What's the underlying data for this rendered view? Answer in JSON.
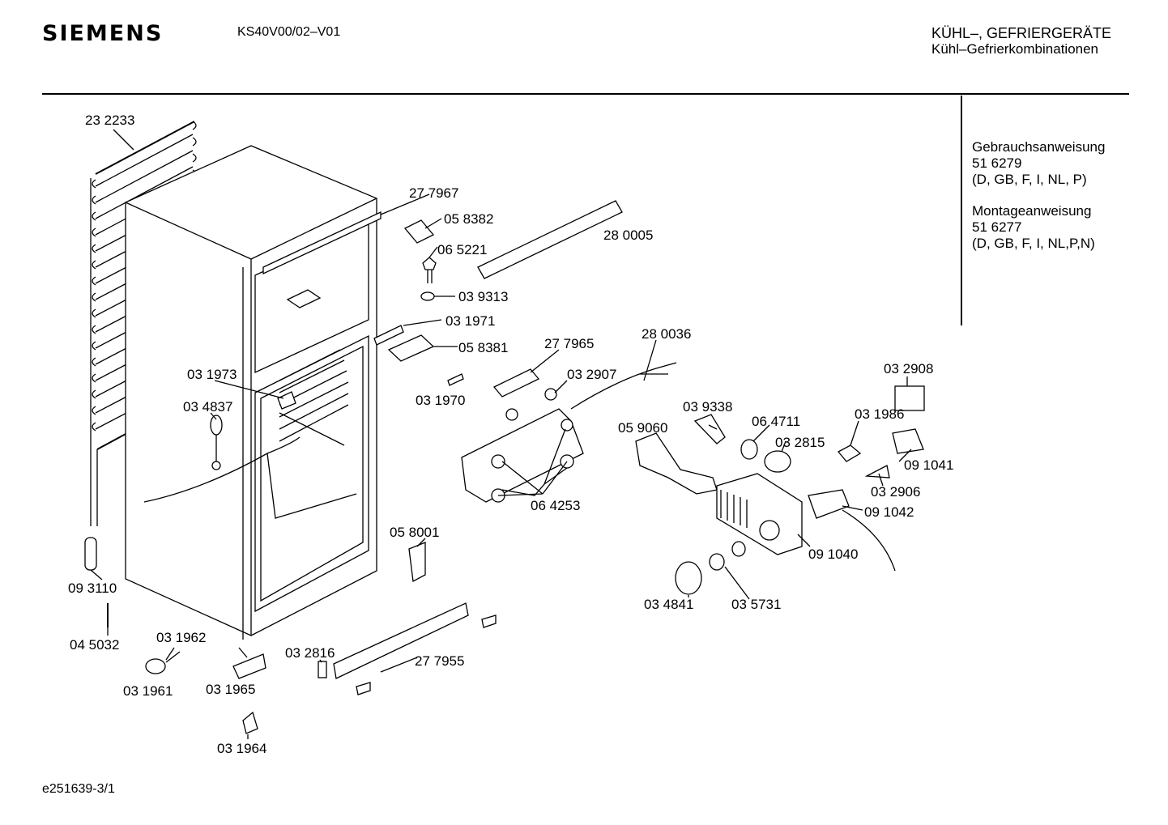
{
  "header": {
    "brand": "SIEMENS",
    "model": "KS40V00/02–V01",
    "category": "KÜHL–, GEFRIERGERÄTE",
    "subcategory": "Kühl–Gefrierkombinationen"
  },
  "documents": {
    "manual_title": "Gebrauchsanweisung",
    "manual_number": "51 6279",
    "manual_languages": "(D, GB, F, I, NL, P)",
    "install_title": "Montageanweisung",
    "install_number": "51 6277",
    "install_languages": "(D, GB, F, I, NL,P,N)"
  },
  "part_labels": {
    "condenser": "23 2233",
    "top_strip": "27 7967",
    "hinge_bracket_top": "05 8382",
    "hinge_pin": "06 5221",
    "bushing": "03 9313",
    "rail": "28 0005",
    "plate_mid": "03 1971",
    "hinge_mid": "05 8381",
    "shelf_clip_upper": "03 1973",
    "lamp_holder": "03 4837",
    "clip_small": "03 1970",
    "bracket_ctrl": "27 7965",
    "clip_ctrl": "03 2907",
    "sensor_wire": "28 0036",
    "ctrl_panel_knobs": "06 4253",
    "duct": "05 9060",
    "lamp_cover": "03 9338",
    "ring": "06 4711",
    "lamp": "03 2815",
    "switch_small": "03 1986",
    "sheet": "03 2908",
    "switch_cap": "09 1041",
    "spring_clip": "03 2906",
    "thermostat": "09 1042",
    "housing": "09 1040",
    "knob": "03 4841",
    "knob_small": "03 5731",
    "hinge_bottom": "05 8001",
    "drier": "09 3110",
    "pin": "04 5032",
    "foot_screw": "03 1962",
    "foot_cap": "03 1961",
    "bottom_hinge": "03 1965",
    "adjust_foot": "03 1964",
    "cover_small": "03 2816",
    "plinth": "27 7955"
  },
  "footer": {
    "code": "e251639-3/1"
  }
}
